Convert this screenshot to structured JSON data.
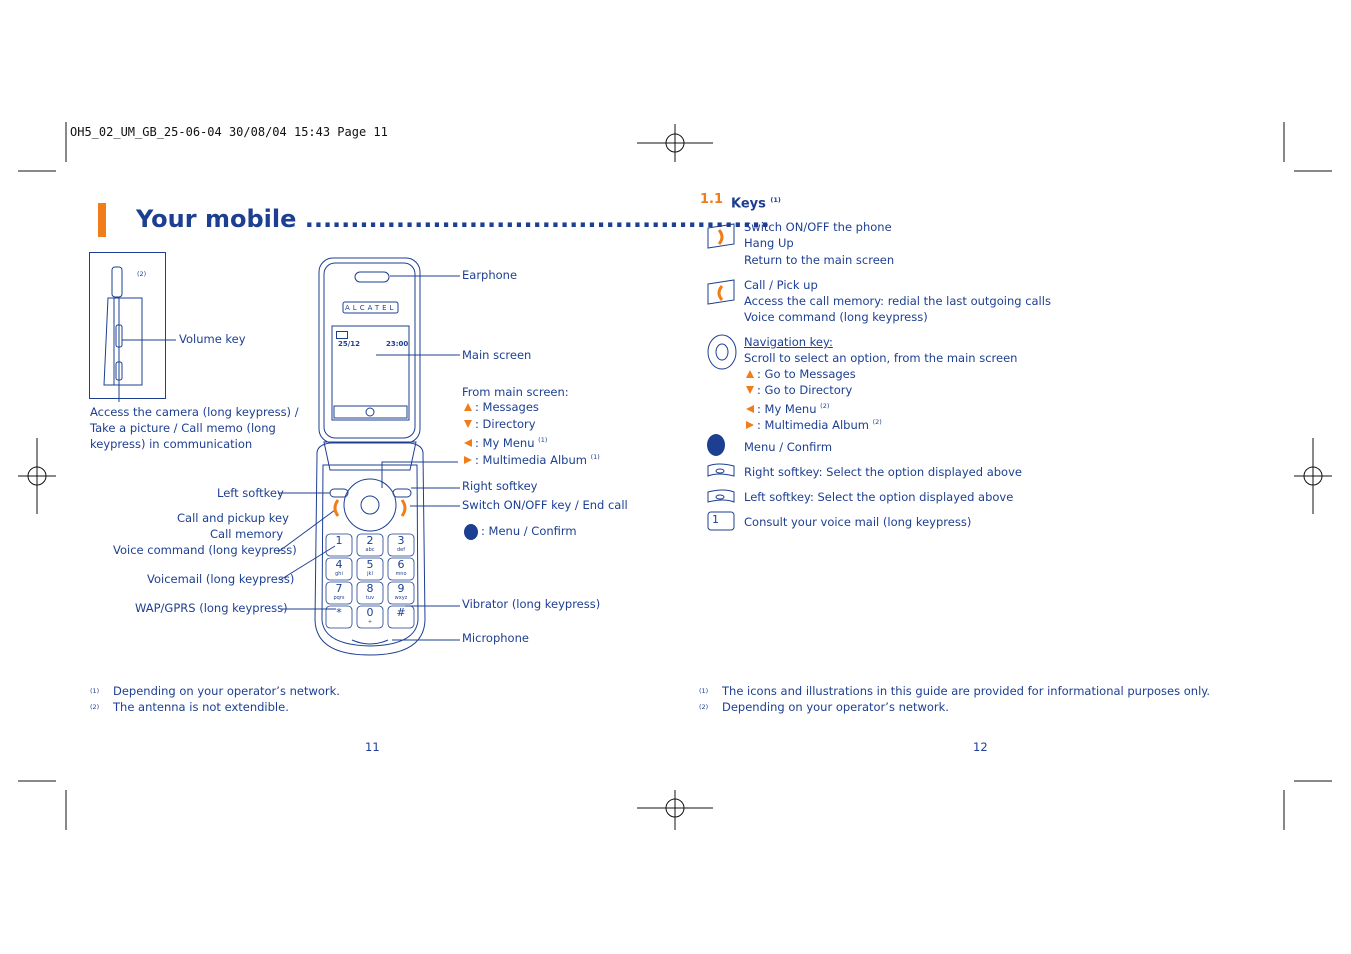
{
  "slug": "OH5_02_UM_GB_25-06-04   30/08/04   15:43   Page 11",
  "left": {
    "title": "Your mobile ...................................................",
    "side_labels": {
      "antenna_note": "(2)",
      "volume_key": "Volume key",
      "camera_line1": "Access the camera (long keypress) /",
      "camera_line2": "Take a picture / Call memo (long",
      "camera_line3": "keypress) in communication"
    },
    "phone": {
      "brand": "ALCATEL",
      "date": "25/12",
      "time": "23:00",
      "keys": [
        "1",
        "2",
        "3",
        "4",
        "5",
        "6",
        "7",
        "8",
        "9",
        "*",
        "0",
        "#"
      ],
      "key_letters": [
        "",
        "abc",
        "def",
        "ghi",
        "jkl",
        "mno",
        "pqrs",
        "tuv",
        "wxyz",
        "",
        "+",
        ""
      ]
    },
    "callouts": {
      "earphone": "Earphone",
      "main_screen": "Main screen",
      "from_main": "From main screen:",
      "messages": ": Messages",
      "directory": ": Directory",
      "my_menu": ": My Menu",
      "multimedia": ": Multimedia Album",
      "sup1": "(1)",
      "left_softkey": "Left softkey",
      "call_pickup": "Call and pickup key",
      "call_memory": "Call memory",
      "voice_command": "Voice command (long keypress)",
      "voicemail": "Voicemail (long keypress)",
      "wap": "WAP/GPRS (long keypress)",
      "right_softkey": "Right softkey",
      "switch_on_off": "Switch ON/OFF key / End call",
      "menu_confirm": ": Menu / Confirm",
      "vibrator": "Vibrator (long keypress)",
      "microphone": "Microphone"
    },
    "footnotes": [
      {
        "mark": "(1)",
        "text": "Depending on your operator’s network."
      },
      {
        "mark": "(2)",
        "text": "The antenna is not extendible."
      }
    ],
    "page_number": "11"
  },
  "right": {
    "section_num": "1.1",
    "section_title": "Keys",
    "section_sup": "(1)",
    "items": {
      "end_1": "Switch ON/OFF the phone",
      "end_2": "Hang Up",
      "end_3": "Return to the main screen",
      "call_1": "Call / Pick up",
      "call_2": "Access the call memory: redial the last outgoing calls",
      "call_3": "Voice command (long keypress)",
      "nav_title": "Navigation key:",
      "nav_1": "Scroll to select an option, from the main screen",
      "nav_up": ": Go to Messages",
      "nav_down": ": Go to Directory",
      "nav_left": ": My Menu",
      "nav_right": ": Multimedia Album",
      "sup2": "(2)",
      "ok": "Menu / Confirm",
      "rsoft": "Right softkey: Select the option displayed above",
      "lsoft": "Left softkey: Select the option displayed above",
      "voicemail": "Consult your voice mail (long keypress)"
    },
    "footnotes": [
      {
        "mark": "(1)",
        "text": "The icons and illustrations in this guide are provided for informational purposes only."
      },
      {
        "mark": "(2)",
        "text": "Depending on your operator’s network."
      }
    ],
    "page_number": "12"
  },
  "colors": {
    "blue": "#1d3f92",
    "orange": "#f07d1a",
    "black": "#111111"
  }
}
